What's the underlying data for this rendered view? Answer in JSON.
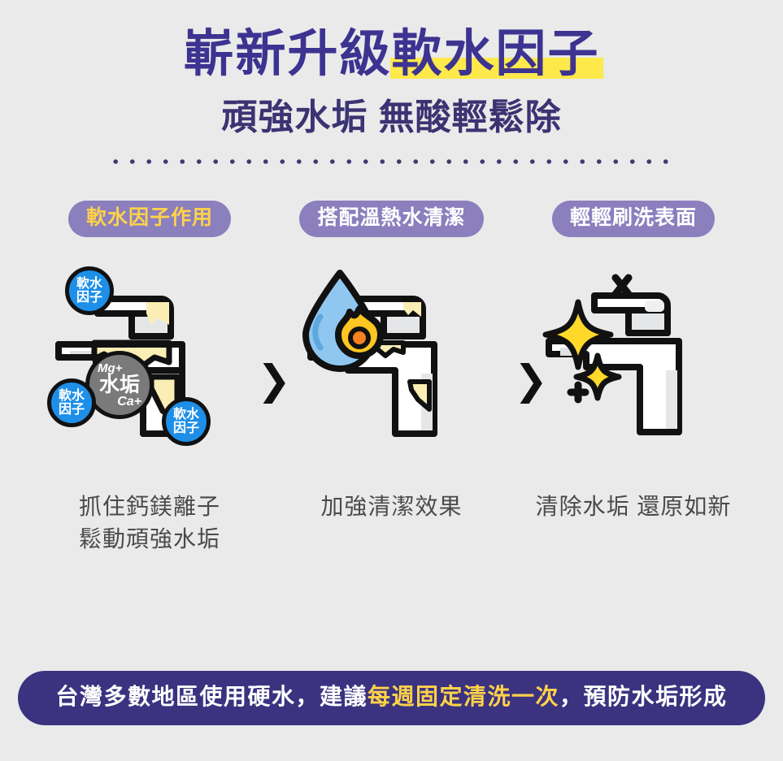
{
  "page": {
    "background_color": "#eaeaea",
    "brand_purple": "#3d3391",
    "accent_yellow": "#fde94a",
    "pill_purple": "#8b7fbe",
    "banner_purple": "#3b3280",
    "bubble_blue": "#1e8fe8",
    "scale_gray": "#7a7a7a"
  },
  "header": {
    "title_plain": "嶄新升級",
    "title_highlight": "軟水因子",
    "subtitle": "頑強水垢 無酸輕鬆除"
  },
  "steps": [
    {
      "pill_label": "軟水因子作用",
      "pill_style": "accent",
      "caption_line1": "抓住鈣鎂離子",
      "caption_line2": "鬆動頑強水垢",
      "art": {
        "bubbles": [
          "軟水\n因子",
          "軟水\n因子",
          "軟水\n因子"
        ],
        "bubble_line1": "軟水",
        "bubble_line2": "因子",
        "scale_top": "Mg+",
        "scale_center": "水垢",
        "scale_bottom": "Ca+"
      }
    },
    {
      "pill_label": "搭配溫熱水清潔",
      "pill_style": "plain",
      "caption_line1": "加強清潔效果",
      "caption_line2": "",
      "art": {
        "icon": "water-drop-flame-icon"
      }
    },
    {
      "pill_label": "輕輕刷洗表面",
      "pill_style": "plain",
      "caption_line1": "清除水垢 還原如新",
      "caption_line2": "",
      "art": {
        "icon": "sparkle-icon"
      }
    }
  ],
  "separators": {
    "arrow_1": "❯",
    "arrow_2": "❯"
  },
  "banner": {
    "text_before": "台灣多數地區使用硬水，建議",
    "text_accent": "每週固定清洗一次",
    "text_after": "，預防水垢形成"
  }
}
